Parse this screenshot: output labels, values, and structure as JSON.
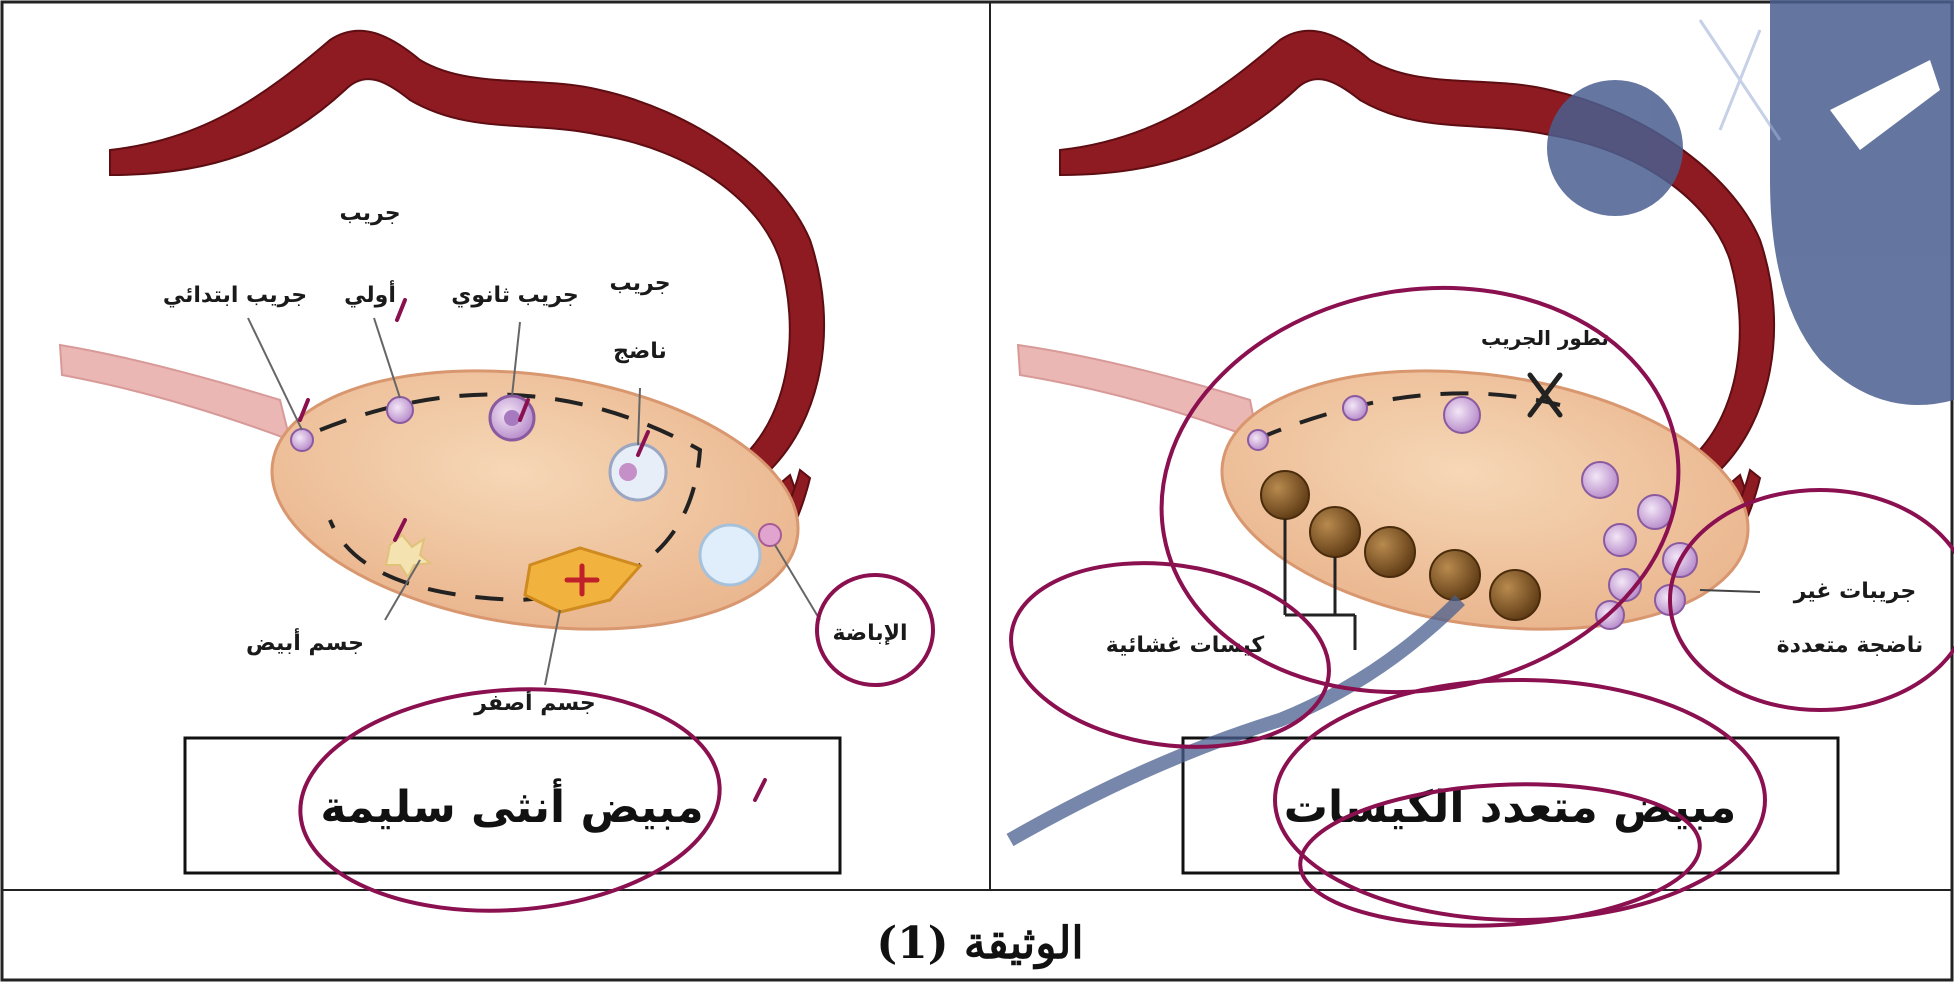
{
  "left_panel": {
    "labels": {
      "primordial": "جريب ابتدائي",
      "primary_line1": "جريب",
      "primary_line2": "أولي",
      "secondary": "جريب ثانوي",
      "mature_line1": "جريب",
      "mature_line2": "ناضج",
      "ovulation": "الإباضة",
      "corpus_albicans": "جسم أبيض",
      "corpus_luteum": "جسم أصفر"
    },
    "box_title": "مبيض أنثى سليمة"
  },
  "right_panel": {
    "labels": {
      "follicle_development": "تطور الجريب",
      "cysts": "كيسات غشائية",
      "immature_line1": "جريبات غير",
      "immature_line2": "ناضجة متعددة"
    },
    "box_title": "مبيض متعدد الكيسات"
  },
  "caption": "الوثيقة (1)",
  "colors": {
    "ovary_fill": "#f2c9a0",
    "ovary_edge": "#e2a57c",
    "tube": "#8e1b22",
    "ligament": "#eab7b4",
    "follicle": "#c9a6d6",
    "cyst": "#8a5c2a",
    "annotation": "#8b1050",
    "watermark": "#4a5f8f"
  },
  "icons": [
    "cross-icon",
    "x-mark-icon"
  ]
}
